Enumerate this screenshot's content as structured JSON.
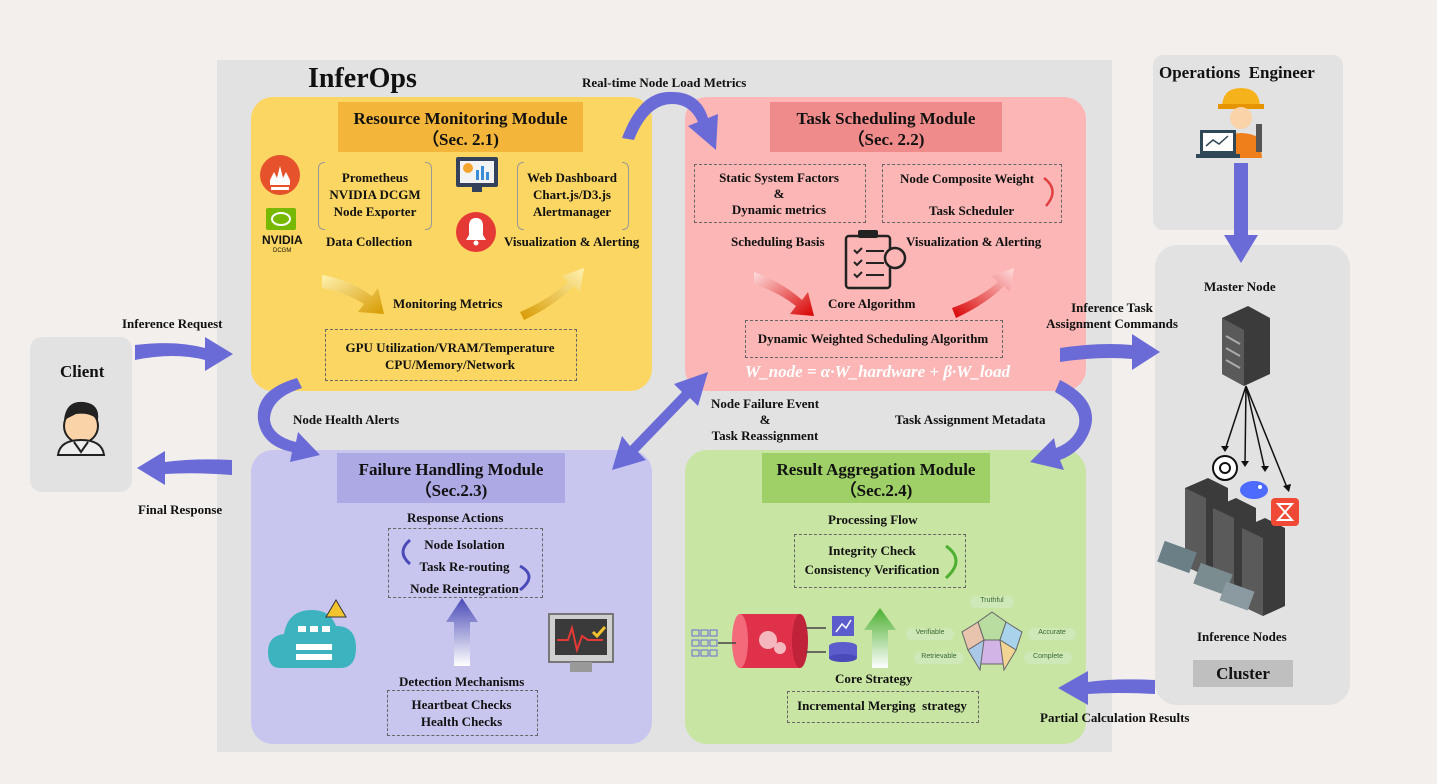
{
  "title": "InferOps",
  "client": {
    "label": "Client"
  },
  "operations": {
    "label": "Operations  Engineer"
  },
  "cluster": {
    "master_node": "Master Node",
    "inference_nodes": "Inference Nodes",
    "label": "Cluster"
  },
  "flows": {
    "realtime_metrics": "Real-time Node Load Metrics",
    "inference_request": "Inference Request",
    "final_response": "Final Response",
    "node_health_alerts": "Node Health Alerts",
    "node_failure_line1": "Node Failure Event",
    "node_failure_amp": "&",
    "node_failure_line2": "Task Reassignment",
    "task_assignment_metadata": "Task Assignment Metadata",
    "inference_task_line1": "Inference Task",
    "inference_task_line2": "Assignment Commands",
    "partial_results": "Partial Calculation Results"
  },
  "resource_monitoring": {
    "title": "Resource Monitoring Module",
    "sec": "（Sec. 2.1)",
    "collect_items": [
      "Prometheus",
      "NVIDIA DCGM",
      "Node Exporter"
    ],
    "data_collection": "Data Collection",
    "viz_items": [
      "Web Dashboard",
      "Chart.js/D3.js",
      "Alertmanager"
    ],
    "viz_label": "Visualization & Alerting",
    "metrics_label": "Monitoring Metrics",
    "metrics_line1": "GPU Utilization/VRAM/Temperature",
    "metrics_line2": "CPU/Memory/Network",
    "nvidia_logo": "NVIDIA",
    "nvidia_sub": "DCGM"
  },
  "task_scheduling": {
    "title": "Task Scheduling Module",
    "sec": "（Sec. 2.2)",
    "static_line1": "Static System Factors",
    "static_amp": "&",
    "static_line2": "Dynamic metrics",
    "composite_weight": "Node Composite Weight",
    "task_scheduler": "Task Scheduler",
    "scheduling_basis": "Scheduling Basis",
    "viz_label": "Visualization & Alerting",
    "core_algorithm": "Core Algorithm",
    "algorithm_name": "Dynamic Weighted Scheduling Algorithm",
    "formula": "W_node = α·W_hardware + β·W_load"
  },
  "failure_handling": {
    "title": "Failure Handling Module",
    "sec": "（Sec.2.3)",
    "response_actions": "Response Actions",
    "actions": [
      "Node Isolation",
      "Task Re-routing",
      "Node Reintegration"
    ],
    "detection": "Detection Mechanisms",
    "checks": [
      "Heartbeat Checks",
      "Health Checks"
    ]
  },
  "result_aggregation": {
    "title": "Result Aggregation Module",
    "sec": "（Sec.2.4)",
    "processing_flow": "Processing Flow",
    "checks": [
      "Integrity Check",
      "Consistency Verification"
    ],
    "core_strategy": "Core Strategy",
    "strategy_name": "Incremental Merging  strategy",
    "qualities": [
      "Truthful",
      "Verifiable",
      "Accurate",
      "Retrievable",
      "Complete"
    ]
  },
  "colors": {
    "resource_bg": "#fcd662",
    "resource_title": "#f3b53a",
    "schedule_bg": "#fdb6b6",
    "schedule_title": "#f08b8b",
    "failure_bg": "#c8c6ef",
    "failure_title": "#ada9e4",
    "result_bg": "#c9e5a3",
    "result_title": "#9ed067",
    "arrow": "#6b6bd8"
  },
  "icons": [
    "prometheus-icon",
    "nvidia-icon",
    "dashboard-icon",
    "bell-icon",
    "clipboard-gear-icon",
    "cloud-network-icon",
    "monitor-heartbeat-icon",
    "database-icon",
    "server-icon",
    "engineer-icon",
    "client-person-icon"
  ]
}
